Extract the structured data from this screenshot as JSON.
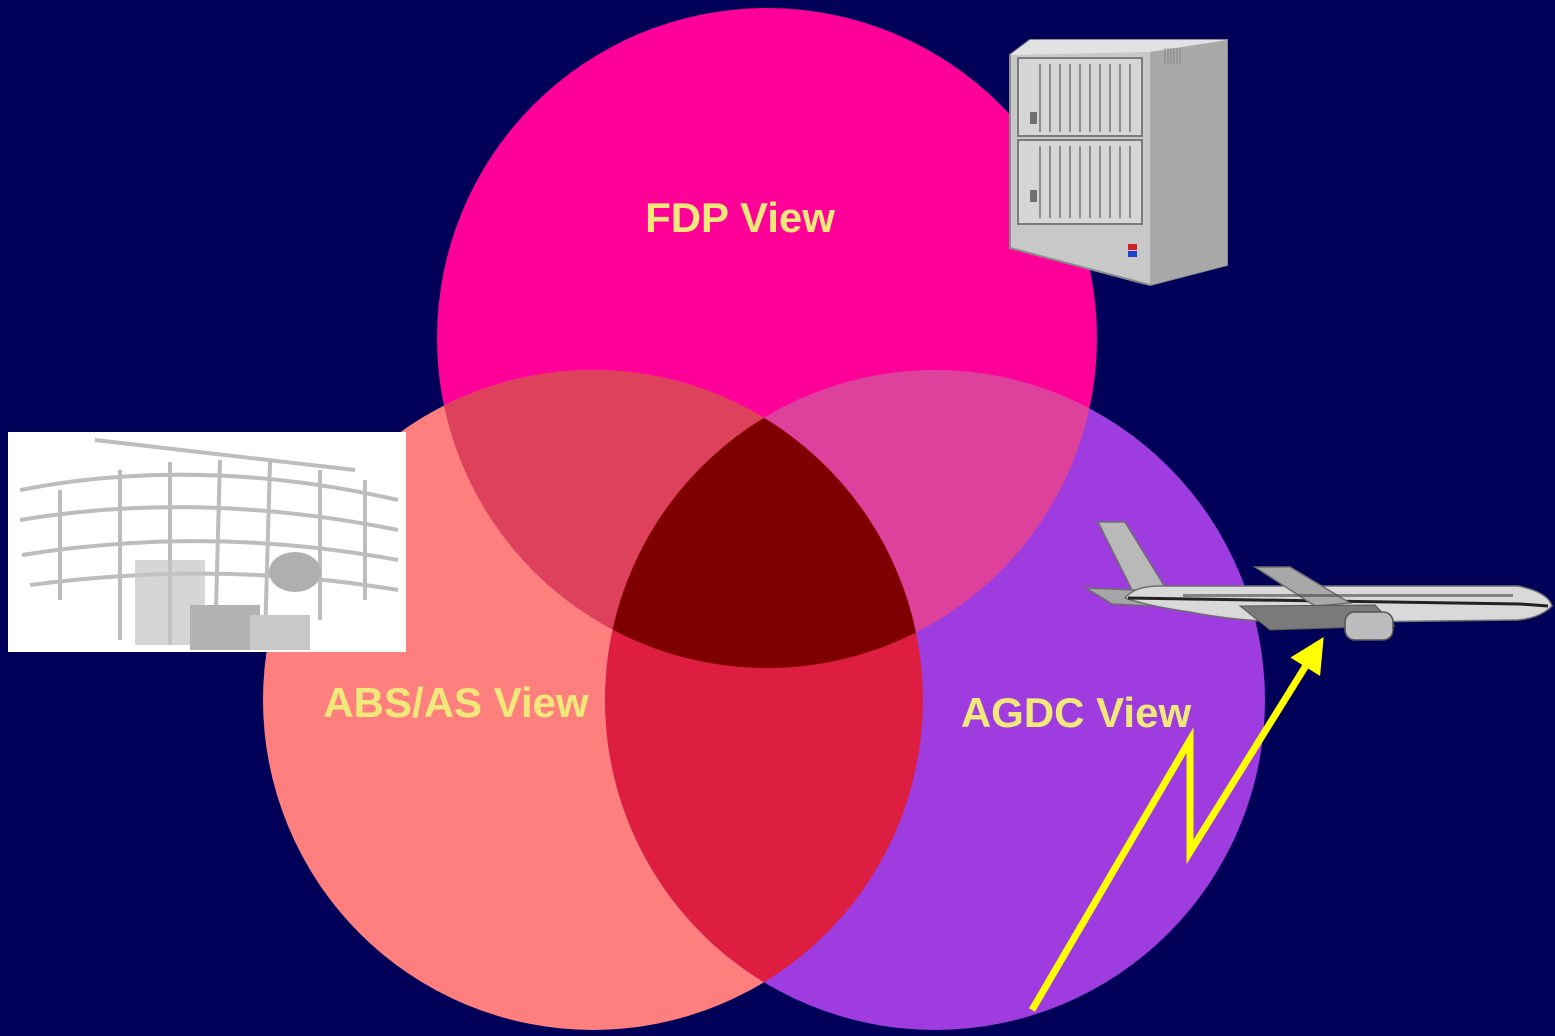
{
  "colors": {
    "background": "#000058",
    "fdp_only": "#FF0099",
    "abs_only": "#FF7F7F",
    "agdc_only": "#9E3CDF",
    "fdp_abs": "#DD415C",
    "fdp_agdc": "#DD419C",
    "abs_agdc": "#DD1E40",
    "center": "#7F0000",
    "label": "#F0E97A",
    "arrow": "#FFFF00"
  },
  "circles": {
    "fdp": {
      "label": "FDP View"
    },
    "abs": {
      "label": "ABS/AS View"
    },
    "agdc": {
      "label": "AGDC View"
    }
  },
  "icons": {
    "server": "server-cabinet-icon",
    "radar": "radar-antenna-icon",
    "airplane": "airplane-icon",
    "signal": "radio-signal-arrow-icon"
  }
}
